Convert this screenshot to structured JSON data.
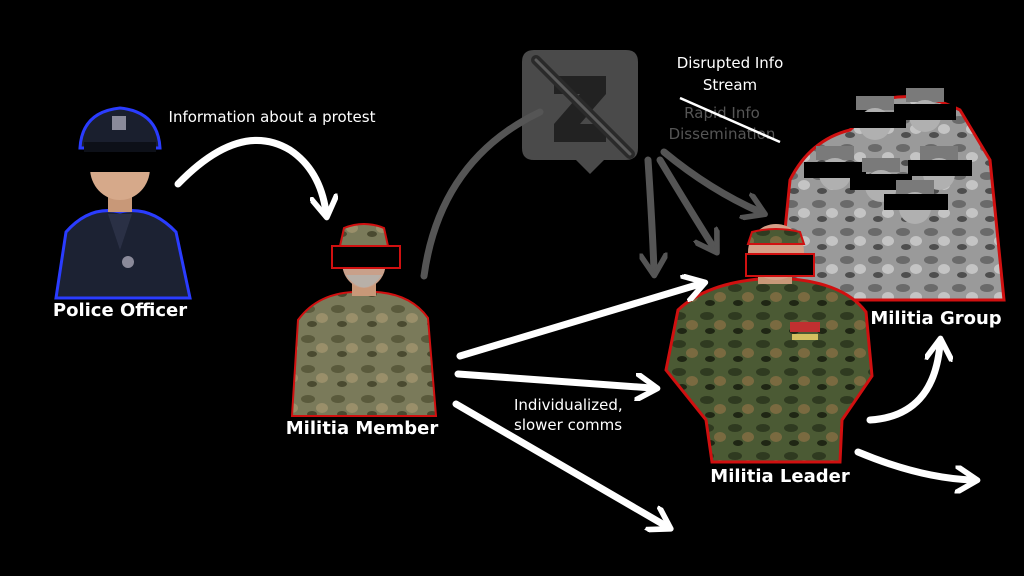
{
  "labels": {
    "police_officer": "Police Officer",
    "militia_member": "Militia Member",
    "militia_leader": "Militia Leader",
    "militia_group": "Militia Group"
  },
  "annotations": {
    "info_protest": "Information about a protest",
    "individualized_line1": "Individualized,",
    "individualized_line2": "slower comms",
    "disrupted_line1": "Disrupted Info",
    "disrupted_line2": "Stream",
    "rapid_line1": "Rapid Info",
    "rapid_line2": "Dissemination"
  },
  "icons": {
    "app_logo": "zello-app-icon-crossed-out"
  },
  "colors": {
    "background": "#000000",
    "arrow_primary": "#ffffff",
    "arrow_muted": "#555555",
    "police_glow": "#2a3cff",
    "militia_glow": "#d01010",
    "censor_bar": "#000000"
  }
}
